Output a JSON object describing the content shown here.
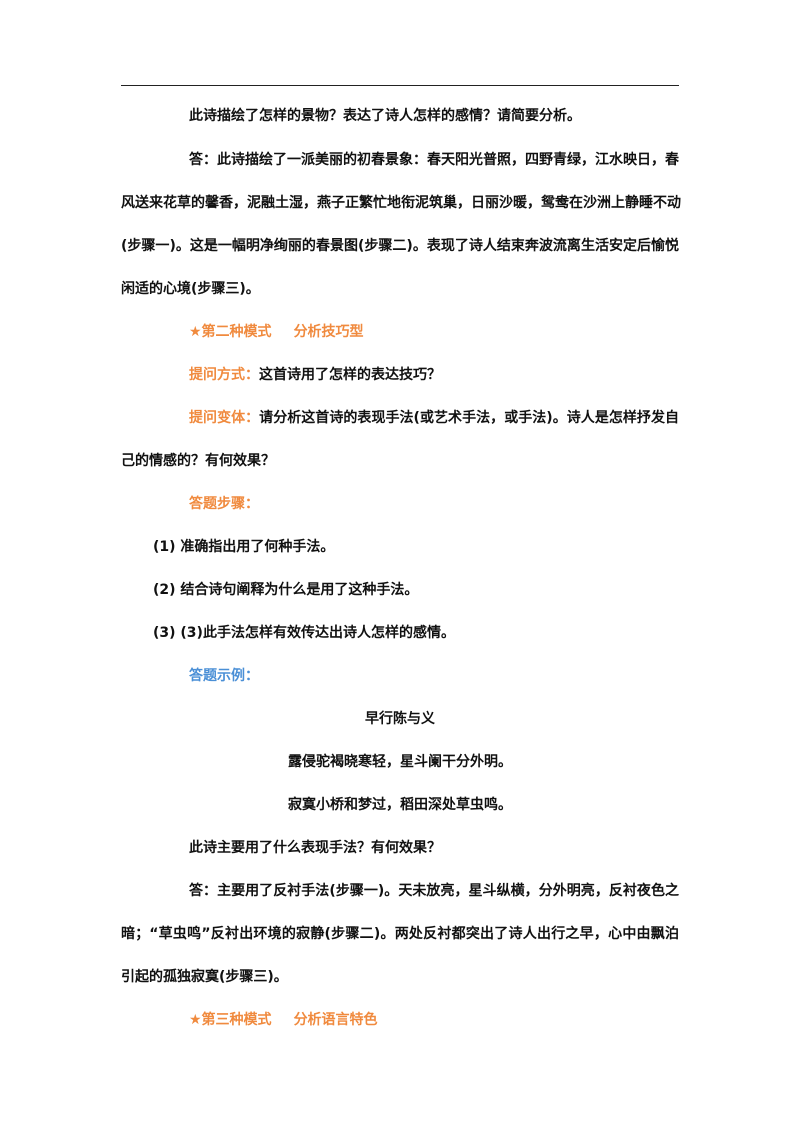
{
  "para1": {
    "question": "此诗描绘了怎样的景物？表达了诗人怎样的感情？请简要分析。",
    "answer_lines": [
      "答：此诗描绘了一派美丽的初春景象：春天阳光普照，四野青绿，江水映日，春",
      "风送来花草的馨香，泥融土湿，燕子正繁忙地衔泥筑巢，日丽沙暖，鸳鸯在沙洲上静睡不动",
      "(步骤一)。这是一幅明净绚丽的春景图(步骤二)。表现了诗人结束奔波流离生活安定后愉悦",
      "闲适的心境(步骤三)。"
    ]
  },
  "mode2": {
    "heading_star": "★第二种模式",
    "heading_title": "分析技巧型",
    "ask_label": "提问方式：",
    "ask_text": "这首诗用了怎样的表达技巧？",
    "variant_label": "提问变体：",
    "variant_line1": "请分析这首诗的表现手法(或艺术手法，或手法)。诗人是怎样抒发自",
    "variant_line2": "己的情感的？有何效果？",
    "steps_label": "答题步骤：",
    "steps": [
      "(1) 准确指出用了何种手法。",
      "(2) 结合诗句阐释为什么是用了这种手法。",
      "(3) (3)此手法怎样有效传达出诗人怎样的感情。"
    ],
    "example_label": "答题示例：",
    "poem_title": "早行陈与义",
    "poem_lines": [
      "露侵驼褐晓寒轻，星斗阑干分外明。",
      "寂寞小桥和梦过，稻田深处草虫鸣。"
    ],
    "question": "此诗主要用了什么表现手法？有何效果？",
    "answer_lines": [
      "答：主要用了反衬手法(步骤一)。天未放亮，星斗纵横，分外明亮，反衬夜色之",
      "暗；“草虫鸣”反衬出环境的寂静(步骤二)。两处反衬都突出了诗人出行之早，心中由飘泊",
      "引起的孤独寂寞(步骤三)。"
    ]
  },
  "mode3": {
    "heading_star": "★第三种模式",
    "heading_title": "分析语言特色"
  },
  "colors": {
    "orange": "#f08a3e",
    "blue": "#4a8fd6",
    "text": "#111111"
  }
}
